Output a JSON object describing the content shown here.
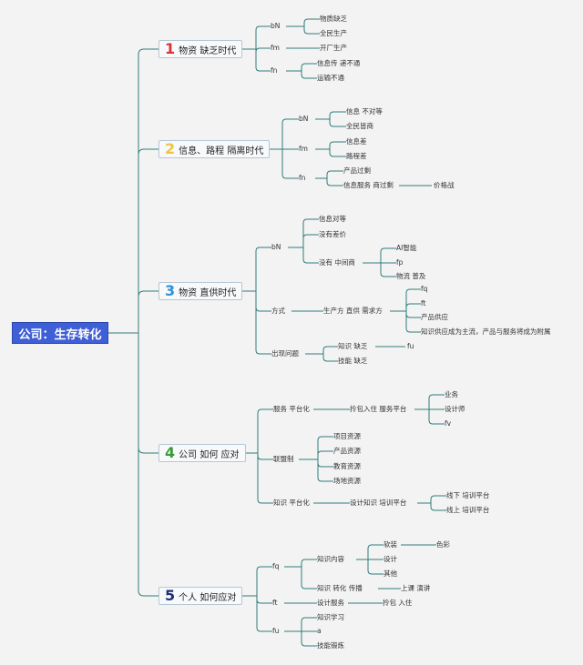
{
  "root": "公司：生存转化",
  "sections": [
    {
      "num": "1",
      "color": "#d8323a",
      "label": "物资 缺乏时代"
    },
    {
      "num": "2",
      "color": "#f0c43c",
      "label": "信息、路程 隔离时代"
    },
    {
      "num": "3",
      "color": "#2b93d6",
      "label": "物资 直供时代"
    },
    {
      "num": "4",
      "color": "#3a9b3a",
      "label": "公司 如何 应对"
    },
    {
      "num": "5",
      "color": "#1f2f78",
      "label": "个人 如何应对"
    }
  ],
  "nodes": {
    "s1_bN": "bN",
    "s1_fm": "fm",
    "s1_fn": "fn",
    "s1_bN_1": "物质缺乏",
    "s1_bN_2": "全民生产",
    "s1_fm_1": "开厂生产",
    "s1_fn_1": "信息传 递不通",
    "s1_fn_2": "运输不通",
    "s2_bN": "bN",
    "s2_fm": "fm",
    "s2_fn": "fn",
    "s2_bN_1": "信息 不对等",
    "s2_bN_2": "全民皆商",
    "s2_fm_1": "信息差",
    "s2_fm_2": "路程差",
    "s2_fn_1": "产品过剩",
    "s2_fn_2": "信息服务 商过剩",
    "s2_fn_2_1": "价格战",
    "s3_bN": "bN",
    "s3_way": "方式",
    "s3_prob": "出现问题",
    "s3_bN_1": "信息对等",
    "s3_bN_2": "没有差价",
    "s3_bN_3": "没有 中间商",
    "s3_bN_3_1": "AI智能",
    "s3_bN_3_2": "fp",
    "s3_bN_3_3": "物流 普及",
    "s3_way_1": "生产方 直供 需求方",
    "s3_way_1_1": "fq",
    "s3_way_1_2": "ft",
    "s3_way_1_3": "产品供应",
    "s3_way_1_4": "知识供应成为主流，产品与服务将成为附属",
    "s3_prob_1": "知识 缺乏",
    "s3_prob_1_1": "fu",
    "s3_prob_2": "技能 缺乏",
    "s4_a": "服务 平台化",
    "s4_a_1": "拎包入住 服务平台",
    "s4_a_1_1": "业务",
    "s4_a_1_2": "设计师",
    "s4_a_1_3": "fv",
    "s4_b": "联盟制",
    "s4_b_1": "项目资源",
    "s4_b_2": "产品资源",
    "s4_b_3": "教育资源",
    "s4_b_4": "场地资源",
    "s4_c": "知识 平台化",
    "s4_c_1": "设计知识 培训平台",
    "s4_c_1_1": "线下 培训平台",
    "s4_c_1_2": "线上 培训平台",
    "s5_fq": "fq",
    "s5_ft": "ft",
    "s5_fu": "fu",
    "s5_fq_1": "知识内容",
    "s5_fq_1_1": "软装",
    "s5_fq_1_1_1": "色彩",
    "s5_fq_1_2": "设计",
    "s5_fq_1_3": "其他",
    "s5_fq_2": "知识 转化 传播",
    "s5_fq_2_1": "上课 演讲",
    "s5_ft_1": "设计服务",
    "s5_ft_1_1": "拎包 入住",
    "s5_fu_1": "知识学习",
    "s5_fu_2": "a",
    "s5_fu_3": "技能锻炼"
  },
  "line_color": "#2f7d7b"
}
